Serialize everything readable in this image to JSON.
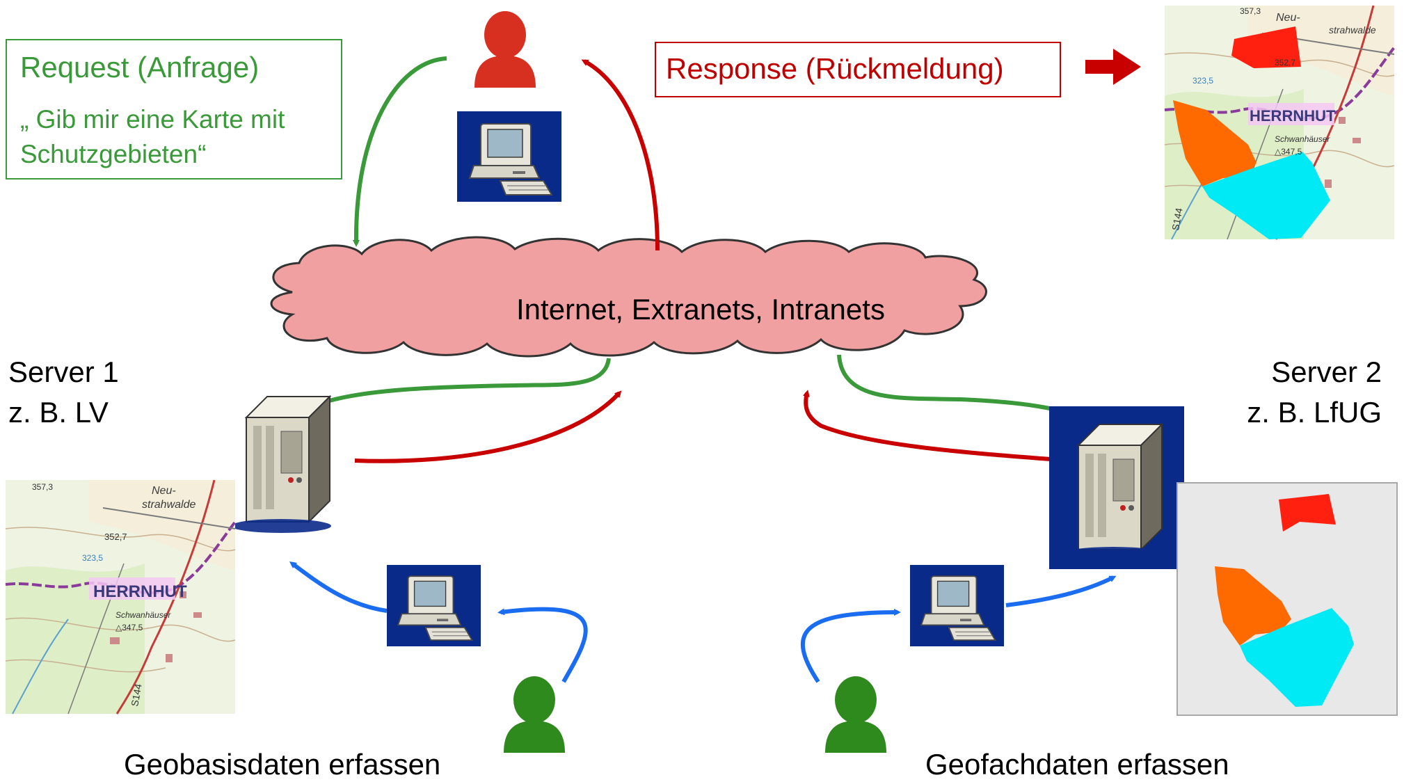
{
  "request": {
    "title": "Request (Anfrage)",
    "line1": "„ Gib mir eine Karte mit",
    "line2": "Schutzgebieten“"
  },
  "response": {
    "title": "Response (Rückmeldung)"
  },
  "network": {
    "label": "Internet, Extranets, Intranets"
  },
  "server1": {
    "line1": "Server 1",
    "line2": "z. B. LV"
  },
  "server2": {
    "line1": "Server 2",
    "line2": "z. B. LfUG"
  },
  "captions": {
    "left": "Geobasisdaten erfassen",
    "right": "Geofachdaten erfassen"
  },
  "map": {
    "place_top": "Neu-",
    "place_bottom": "strahwalde",
    "town": "HERRNHUT",
    "hamlet": "Schwanhäuser",
    "height1": "352,7",
    "height2": "△347,5",
    "height3": "323,5",
    "road": "S144",
    "corner": "357,3"
  },
  "colors": {
    "request_arrow": "#3a9a3a",
    "response_arrow": "#c80000",
    "edit_arrow": "#1a6cf0",
    "cloud_fill": "#f0a0a0",
    "protect_orange": "#ff6a00",
    "protect_cyan": "#00eaf5",
    "protect_red": "#ff2010",
    "computer_bg": "#0a2a8a",
    "user_red": "#d83020",
    "user_green": "#2f8a1e"
  }
}
